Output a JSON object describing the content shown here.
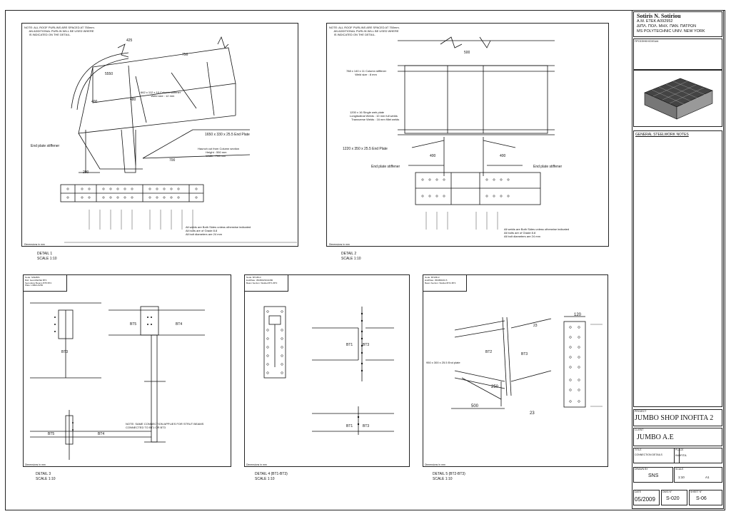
{
  "title_block": {
    "author": "Sotiris N. Sotiriou",
    "reg_no": "A.M. ETEK A092952",
    "degree": "ΔΙΠΛ. ΠΟΛ. ΜΗΧ. ΠΑΝ. ΠΑΤΡΩΝ",
    "school": "MS POLYTECHNIC UNIV. NEW YORK",
    "revisions_label": "ΠΡΟΣΘΗΚΗ/ΣΧΕΔΙΑ",
    "notes_label": "GENERAL STEELWORK NOTES",
    "project_label": "PROJECT",
    "project": "JUMBO SHOP INOFITA 2",
    "client_label": "CLIENT",
    "client": "JUMBO A.E",
    "title_label": "TITLE",
    "title": "CONNECTION DETAILS",
    "place_label": "PLACE",
    "place": "INOFITA",
    "drawn_label": "DRAWN BY",
    "drawn": "SNS",
    "scale_label": "SCALE",
    "scale": "1:10",
    "size": "A1",
    "date_label": "DATE",
    "date": "05/2009",
    "dwg_label": "DWG N°",
    "dwg": "S-020",
    "sheet_label": "SHEET N°",
    "sheet": "S-06"
  },
  "details": {
    "d1": {
      "note": "NOTE: ALL ROOF PURLINS ARE SPACED AT 750mm.\n      AN ADDITIONAL PURLIN WILL BE USED WHERE\n      IS INDICATED ON THE DETAIL.",
      "dim_425": "425",
      "dim_750": "750",
      "dim_5550": "5550",
      "dim_480": "480",
      "dim_400": "400",
      "dim_200": "200",
      "dim_700": "700",
      "stiffener": "662 x 112 x 10 Column stiffener\n             Weld size : 12 mm",
      "end_plate": "1650 x 330 x 25.5 End Plate",
      "haunch": "Haunch cut from Column section\n          Height : 550 mm\n          Width : 700 mm",
      "end_plate_stiffener": "End plate stiffener",
      "weld_notes": "All welds are Both Sides unless otherwise indicated\nAll bolts are of Grade 8.8\nAll bolt diameters are 24 mm",
      "dim_note": "Dimensions in mm",
      "caption": "DETAIL 1",
      "caption_scale": "SCALE 1:10"
    },
    "d2": {
      "note": "NOTE: ALL ROOF PURLINS ARE SPACED AT 750mm.\n      AN ADDITIONAL PURLIN WILL BE USED WHERE\n      IS INDICATED ON THE DETAIL.",
      "dim_500": "500",
      "col_stiffener": "788 x 140 x 11 Column stiffener\n           Weld size : 8 mm",
      "web_plate": "1200 x 16 Single web plate\nLongitudinal Welds : 10 mm full welds\n  Transverse Welds : 16 mm fillet welds",
      "end_plate": "1220 x 350 x 25.5 End Plate",
      "dim_400a": "400",
      "dim_400b": "400",
      "stiffener_l": "End plate stiffener",
      "stiffener_r": "End plate stiffener",
      "weld_notes": "All welds are Both Sides unless otherwise indicated\nAll bolts are of Grade 8.8\nAll bolt diameters are 24 mm",
      "dim_note": "Dimensions in mm",
      "caption": "DETAIL 2",
      "caption_scale": "SCALE 1:10"
    },
    "d3": {
      "info": "Node: SPE/BIS\nBolt: beam/flat/flat BT3\nSecondary Beams BT5 BT4\nPlate: L/RE/L/2250",
      "bt3": "BT3",
      "bt5": "BT5",
      "bt4": "BT4",
      "bt5b": "BT5",
      "bt4b": "BT4",
      "note": "NOTE: SAME CONNECTION APPLIES FOR STRUT BEAMS\nCONNECTED TO BT1 OR BT3",
      "dim_note": "Dimensions in mm",
      "caption": "DETAIL 3",
      "caption_scale": "SCALE 1:10"
    },
    "d4": {
      "info": "Node: BT1/B13\nEndPlate: 350/800/30/2/280\nBeam Section: Welded BT1-BT3",
      "bt1": "BT1",
      "bt13": "BT3",
      "bt1b": "BT1",
      "bt13b": "BT3",
      "dim_note": "Dimensions in mm",
      "caption": "DETAIL 4 (BT1-BT3)",
      "caption_scale": "SCALE 1:10"
    },
    "d5": {
      "info": "Node: BT2/B13\nEndPlate: 350/880/20.5\nBeam Section: Welded BT2-BT3",
      "dim_120": "120",
      "bt2": "BT2",
      "bt13": "BT3",
      "end_plate": "950 x 300 x 25.5 End plate",
      "dim_250": "250",
      "dim_500": "500",
      "weld_23a": "23",
      "weld_23b": "23",
      "dim_note": "Dimensions in mm",
      "caption": "DETAIL 5 (BT2-BT3)",
      "caption_scale": "SCALE 1:10"
    }
  }
}
